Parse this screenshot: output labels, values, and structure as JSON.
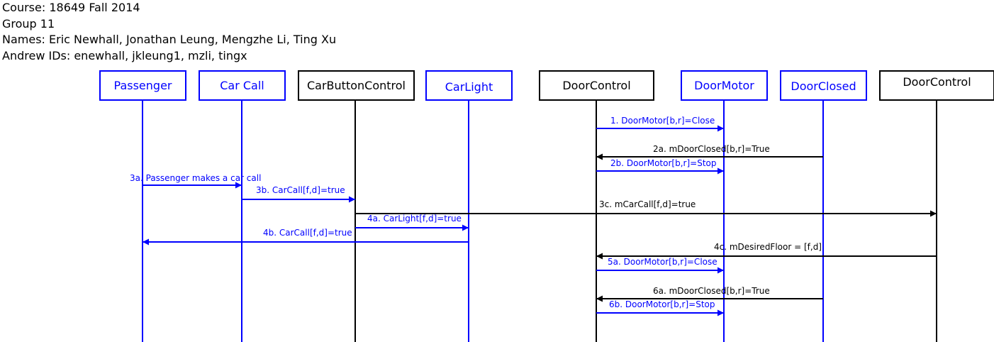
{
  "header": {
    "course": "Course: 18649 Fall 2014",
    "group": "Group 11",
    "names": "Names: Eric Newhall, Jonathan Leung, Mengzhe Li, Ting Xu",
    "andrew_ids": "Andrew IDs: enewhall, jkleung1, mzli, tingx"
  },
  "colors": {
    "blue": "#0000ff",
    "black": "#000000"
  },
  "actors": [
    {
      "id": "passenger",
      "label": "Passenger",
      "color": "blue"
    },
    {
      "id": "car-call",
      "label": "Car Call",
      "color": "blue"
    },
    {
      "id": "car-button-control",
      "label": "CarButtonControl",
      "color": "black"
    },
    {
      "id": "car-light",
      "label": "CarLight",
      "color": "blue"
    },
    {
      "id": "door-control",
      "label": "DoorControl",
      "color": "black"
    },
    {
      "id": "door-motor",
      "label": "DoorMotor",
      "color": "blue"
    },
    {
      "id": "door-closed",
      "label": "DoorClosed",
      "color": "blue"
    },
    {
      "id": "door-control-2",
      "label": "DoorControl",
      "color": "black"
    }
  ],
  "messages": [
    {
      "label": "1. DoorMotor[b,r]=Close",
      "from": 4,
      "to": 5,
      "color": "blue"
    },
    {
      "label": "2a. mDoorClosed[b,r]=True",
      "from": 6,
      "to": 4,
      "color": "black"
    },
    {
      "label": "2b. DoorMotor[b,r]=Stop",
      "from": 4,
      "to": 5,
      "color": "blue"
    },
    {
      "label": "3a. Passenger makes a car call",
      "from": 0,
      "to": 1,
      "color": "blue"
    },
    {
      "label": "3b. CarCall[f,d]=true",
      "from": 1,
      "to": 2,
      "color": "blue"
    },
    {
      "label": "3c. mCarCall[f,d]=true",
      "from": 2,
      "to": 7,
      "color": "black"
    },
    {
      "label": "4a. CarLight[f,d]=true",
      "from": 2,
      "to": 3,
      "color": "blue"
    },
    {
      "label": "4b. CarCall[f,d]=true",
      "from": 3,
      "to": 0,
      "color": "blue"
    },
    {
      "label": "4c. mDesiredFloor = [f,d]",
      "from": 7,
      "to": 4,
      "color": "black"
    },
    {
      "label": "5a. DoorMotor[b,r]=Close",
      "from": 4,
      "to": 5,
      "color": "blue"
    },
    {
      "label": "6a. mDoorClosed[b,r]=True",
      "from": 6,
      "to": 4,
      "color": "black"
    },
    {
      "label": "6b. DoorMotor[b,r]=Stop",
      "from": 4,
      "to": 5,
      "color": "blue"
    }
  ]
}
